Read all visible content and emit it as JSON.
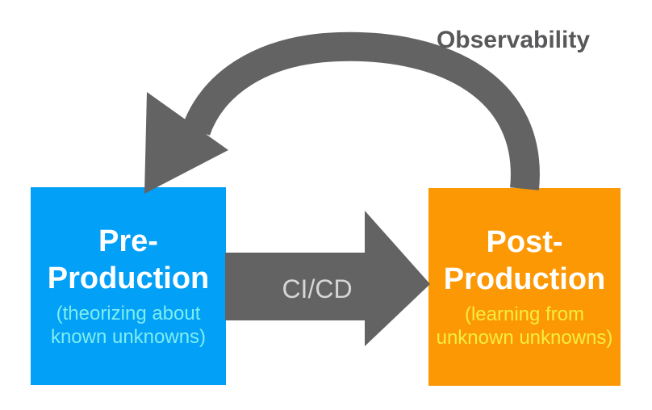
{
  "labels": {
    "observability": "Observability",
    "cicd": "CI/CD"
  },
  "boxes": {
    "pre": {
      "title": "Pre-Production",
      "subtitle": "(theorizing about known unknowns)"
    },
    "post": {
      "title": "Post-Production",
      "subtitle": "(learning from unknown unknowns)"
    }
  },
  "colors": {
    "background": "#ffffff",
    "pre_box_bg": "#03a0f7",
    "pre_subtitle": "#7deef0",
    "post_box_bg": "#fc9804",
    "post_subtitle": "#f6ee3f",
    "title_text": "#ffffff",
    "arrow_gray": "#636363",
    "observability_label": "#58585a",
    "cicd_label": "#d6d6d6"
  }
}
